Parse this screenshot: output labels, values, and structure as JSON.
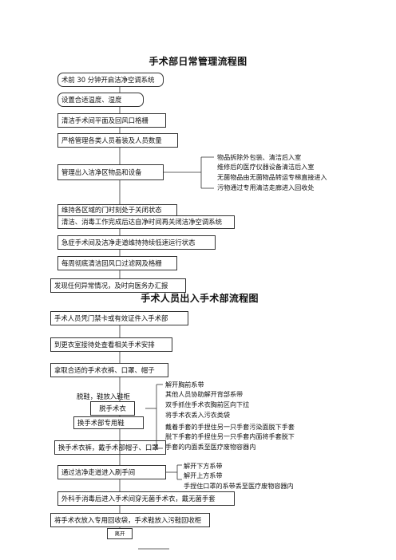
{
  "flow1": {
    "title": "手术部日常管理流程图",
    "steps": [
      "术前 30 分钟开启洁净空调系统",
      "设置合适温度、湿度",
      "清洁手术间平面及回风口格栅",
      "严格管理各类人员着装及人员数量",
      "管理出入洁净区物品和设备",
      "维持各区域的门时刻处于关闭状态",
      "清洁、消毒工作完成后达自净时间再关闭洁净空调系统",
      "急症手术间及洁净走道维持持续低速运行状态",
      "每周彻底清洁回风口过滤网及格栅",
      "发现任何异常情况，及时向医务办汇报"
    ],
    "item_notes": [
      "物品拆除外包装、清洁后入室",
      "维修后的医疗仪器设备清洁后入室",
      "无菌物品由无菌物品转运专梯直接进入",
      "污物通过专用清洁走廊进入回收处"
    ]
  },
  "flow2": {
    "title": "手术人员出入手术部流程图",
    "steps": [
      "手术人员凭门禁卡或有效证件入手术部",
      "到更衣室接待处查看相关手术安排",
      "拿取合适的手术衣裤、口罩、帽子",
      "脱鞋，鞋放入鞋柜",
      "换手术部专用鞋",
      "换手术衣裤，戴手术部帽子、口罩",
      "通过洁净走道进入刷手间",
      "外科手消毒后进入手术间穿无菌手术衣，戴无菌手套",
      "将手术衣放入专用回收袋，手术鞋放入污鞋回收柜"
    ],
    "remove_gown_label": "脱手术衣",
    "gown_notes": [
      "解开胸前系带",
      "其他人员协助解开背部系带",
      "双手抓住手术衣胸前区向下拉",
      "将手术衣丢入污衣类袋"
    ],
    "glove_notes": [
      "戴着手套的手捏住另一只手套污染面脱下手套",
      "脱下手套的手捏住另一只手套内面将手套脱下",
      "手套的内面丢至医疗废物容器内"
    ],
    "mask_notes": [
      "解开下方系带",
      "解开上方系带",
      "手捏住口罩的系带丢至医疗废物容器内"
    ],
    "exit_label": "离开"
  }
}
